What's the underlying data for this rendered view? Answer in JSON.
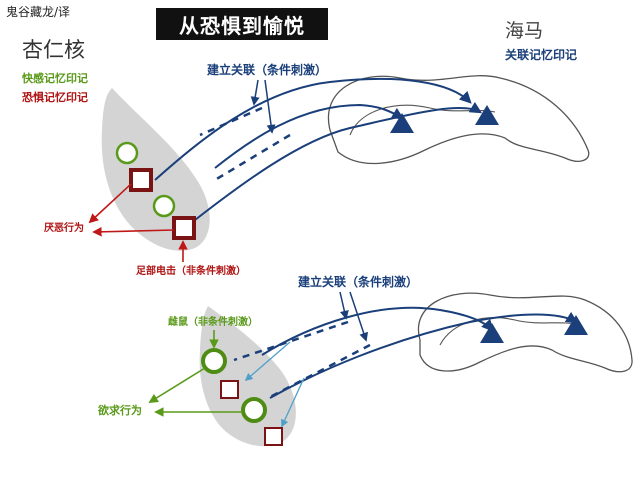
{
  "credit": "鬼谷藏龙/译",
  "title": "从恐惧到愉悦",
  "amygdala": {
    "label": "杏仁核",
    "pleasure_memory": "快感记忆印记",
    "fear_memory": "恐惧记忆印记"
  },
  "hippocampus": {
    "label": "海马",
    "sublabel": "关联记忆印记"
  },
  "top_panel": {
    "association_label": "建立关联（条件刺激）",
    "behavior_label": "厌恶行为",
    "stimulus_label": "足部电击（非条件刺激）"
  },
  "bottom_panel": {
    "association_label": "建立关联（条件刺激）",
    "stimulus_label": "雌鼠（非条件刺激）",
    "behavior_label": "欲求行为"
  },
  "colors": {
    "blue": "#1a3f7a",
    "light_blue": "#4fa0c8",
    "green": "#5a9a1a",
    "red": "#b01414",
    "dark_red": "#7a1414",
    "gray": "#d4d4d4",
    "outline": "#555555"
  }
}
